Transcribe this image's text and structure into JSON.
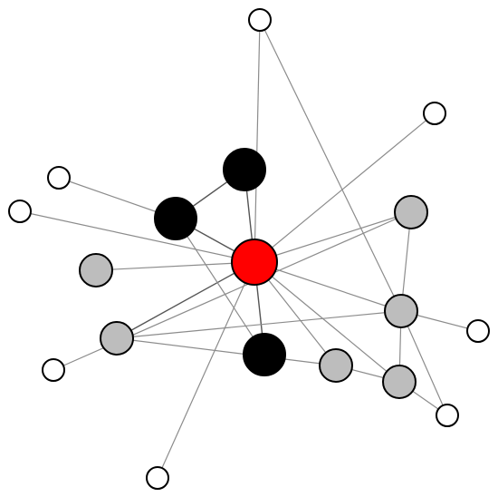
{
  "colors": {
    "hub": "#ff0000",
    "core": "#000000",
    "mid": "#bdbdbd",
    "leaf": "#ffffff",
    "edge": "#8c8c8c"
  },
  "graph": {
    "nodes": [
      {
        "id": "hub",
        "group": "hub"
      },
      {
        "id": "core-1",
        "group": "core"
      },
      {
        "id": "core-2",
        "group": "core"
      },
      {
        "id": "core-3",
        "group": "core"
      },
      {
        "id": "mid-1",
        "group": "mid"
      },
      {
        "id": "mid-2",
        "group": "mid"
      },
      {
        "id": "mid-3",
        "group": "mid"
      },
      {
        "id": "mid-4",
        "group": "mid"
      },
      {
        "id": "mid-5",
        "group": "mid"
      },
      {
        "id": "mid-6",
        "group": "mid"
      },
      {
        "id": "leaf-1",
        "group": "leaf"
      },
      {
        "id": "leaf-2",
        "group": "leaf"
      },
      {
        "id": "leaf-3",
        "group": "leaf"
      },
      {
        "id": "leaf-4",
        "group": "leaf"
      },
      {
        "id": "leaf-5",
        "group": "leaf"
      },
      {
        "id": "leaf-6",
        "group": "leaf"
      },
      {
        "id": "leaf-7",
        "group": "leaf"
      },
      {
        "id": "leaf-8",
        "group": "leaf"
      }
    ],
    "edges": [
      [
        "hub",
        "leaf-1"
      ],
      [
        "hub",
        "leaf-2"
      ],
      [
        "hub",
        "leaf-4"
      ],
      [
        "hub",
        "leaf-8"
      ],
      [
        "hub",
        "core-1"
      ],
      [
        "hub",
        "core-2"
      ],
      [
        "hub",
        "core-3"
      ],
      [
        "hub",
        "mid-1"
      ],
      [
        "hub",
        "mid-2"
      ],
      [
        "hub",
        "mid-3"
      ],
      [
        "hub",
        "mid-4"
      ],
      [
        "hub",
        "mid-5"
      ],
      [
        "hub",
        "mid-6"
      ],
      [
        "core-1",
        "core-2"
      ],
      [
        "core-2",
        "leaf-3"
      ],
      [
        "core-2",
        "core-3"
      ],
      [
        "leaf-1",
        "mid-5"
      ],
      [
        "mid-2",
        "mid-5"
      ],
      [
        "mid-2",
        "mid-4"
      ],
      [
        "mid-3",
        "mid-5"
      ],
      [
        "mid-3",
        "leaf-6"
      ],
      [
        "mid-5",
        "leaf-5"
      ],
      [
        "mid-5",
        "leaf-7"
      ],
      [
        "mid-5",
        "mid-6"
      ],
      [
        "mid-4",
        "mid-6"
      ],
      [
        "mid-6",
        "leaf-7"
      ]
    ]
  }
}
